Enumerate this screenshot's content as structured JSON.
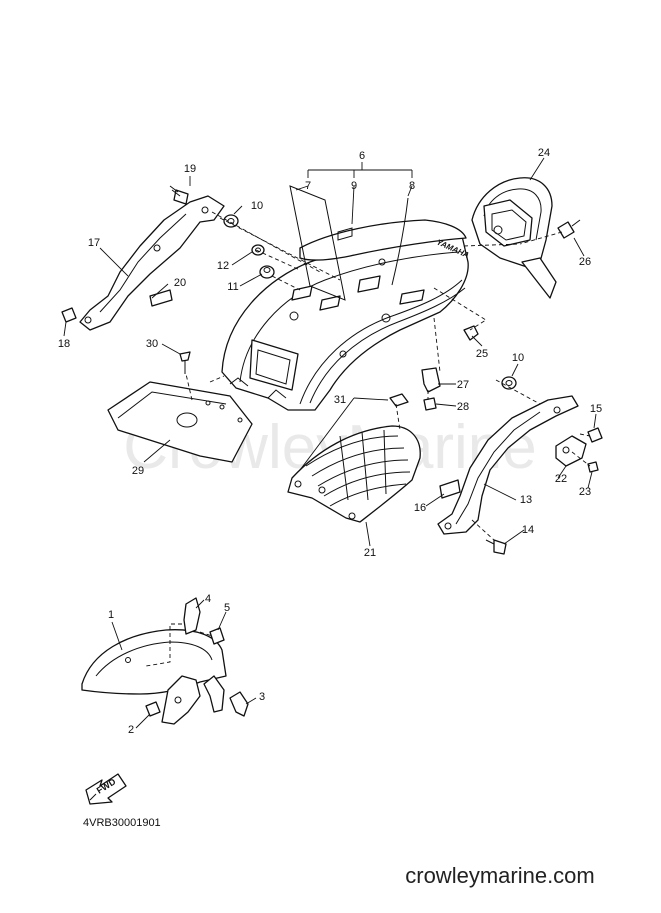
{
  "watermark": "CrowleyMarine",
  "logo_text": "YAMAHA",
  "fwd_label": "FWD",
  "diagram_code": "4VRB30001901",
  "site_url": "crowleymarine.com",
  "callouts": [
    {
      "id": "1",
      "label": "1"
    },
    {
      "id": "2",
      "label": "2"
    },
    {
      "id": "3",
      "label": "3"
    },
    {
      "id": "4",
      "label": "4"
    },
    {
      "id": "5",
      "label": "5"
    },
    {
      "id": "6",
      "label": "6"
    },
    {
      "id": "7",
      "label": "7"
    },
    {
      "id": "8",
      "label": "8"
    },
    {
      "id": "9",
      "label": "9"
    },
    {
      "id": "10a",
      "label": "10"
    },
    {
      "id": "10b",
      "label": "10"
    },
    {
      "id": "11",
      "label": "11"
    },
    {
      "id": "12",
      "label": "12"
    },
    {
      "id": "13",
      "label": "13"
    },
    {
      "id": "14",
      "label": "14"
    },
    {
      "id": "15",
      "label": "15"
    },
    {
      "id": "16",
      "label": "16"
    },
    {
      "id": "17",
      "label": "17"
    },
    {
      "id": "18",
      "label": "18"
    },
    {
      "id": "19",
      "label": "19"
    },
    {
      "id": "20",
      "label": "20"
    },
    {
      "id": "21",
      "label": "21"
    },
    {
      "id": "22",
      "label": "22"
    },
    {
      "id": "23",
      "label": "23"
    },
    {
      "id": "24",
      "label": "24"
    },
    {
      "id": "25",
      "label": "25"
    },
    {
      "id": "26",
      "label": "26"
    },
    {
      "id": "27",
      "label": "27"
    },
    {
      "id": "28",
      "label": "28"
    },
    {
      "id": "29",
      "label": "29"
    },
    {
      "id": "30",
      "label": "30"
    },
    {
      "id": "31",
      "label": "31"
    }
  ]
}
